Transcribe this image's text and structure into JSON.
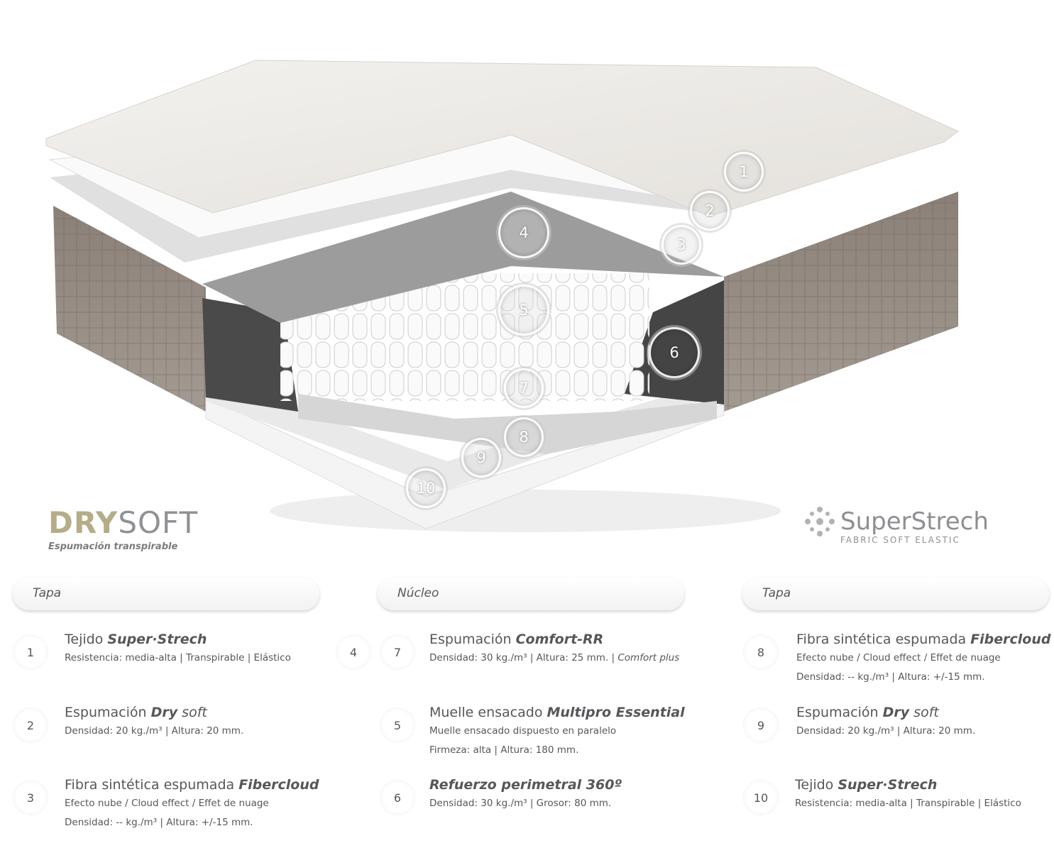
{
  "logos": {
    "drysoft": {
      "word_a": "DRY",
      "word_b": "SOFT",
      "tagline": "Espumación transpirable"
    },
    "superstrech": {
      "word": "SuperStrech",
      "tagline": "FABRIC SOFT ELASTIC"
    }
  },
  "markers": [
    "1",
    "2",
    "3",
    "4",
    "5",
    "6",
    "7",
    "8",
    "9",
    "10"
  ],
  "sections": [
    {
      "title": "Tapa"
    },
    {
      "title": "Núcleo"
    },
    {
      "title": "Tapa"
    }
  ],
  "items": [
    {
      "num": "1",
      "title_a": "Tejido ",
      "title_b": "Super·Strech",
      "lines": [
        "Resistencia: media-alta | Transpirable | Elástico"
      ]
    },
    {
      "num": "2",
      "title_a": "Espumación ",
      "title_b": "Dry",
      "title_c": " soft",
      "lines": [
        "Densidad: 20 kg./m³ | Altura: 20 mm."
      ]
    },
    {
      "num": "3",
      "title_a": "Fibra sintética espumada ",
      "title_b": "Fibercloud",
      "lines": [
        "Efecto nube / Cloud effect / Effet de nuage",
        "Densidad: -- kg./m³ | Altura: +/-15 mm."
      ]
    },
    {
      "num": "4",
      "num2": "7",
      "title_a": "Espumación ",
      "title_b": "Comfort-RR",
      "lines": [
        "Densidad: 30 kg./m³ | Altura: 25 mm.  | "
      ],
      "line_extra": "Comfort plus"
    },
    {
      "num": "5",
      "title_a": "Muelle ensacado ",
      "title_b": "Multipro Essential",
      "lines": [
        "Muelle ensacado dispuesto en paralelo",
        "Firmeza: alta | Altura: 180 mm."
      ]
    },
    {
      "num": "6",
      "title_b": "Refuerzo perimetral 360º",
      "lines": [
        "Densidad: 30 kg./m³ | Grosor: 80 mm."
      ]
    },
    {
      "num": "8",
      "title_a": "Fibra sintética espumada ",
      "title_b": "Fibercloud",
      "lines": [
        "Efecto nube / Cloud effect / Effet de nuage",
        "Densidad: -- kg./m³ | Altura: +/-15 mm."
      ]
    },
    {
      "num": "9",
      "title_a": "Espumación ",
      "title_b": "Dry",
      "title_c": " soft",
      "lines": [
        "Densidad: 20 kg./m³ | Altura: 20 mm."
      ]
    },
    {
      "num": "10",
      "title_a": "Tejido ",
      "title_b": "Super·Strech",
      "lines": [
        "Resistencia: media-alta | Transpirable | Elástico"
      ]
    }
  ]
}
